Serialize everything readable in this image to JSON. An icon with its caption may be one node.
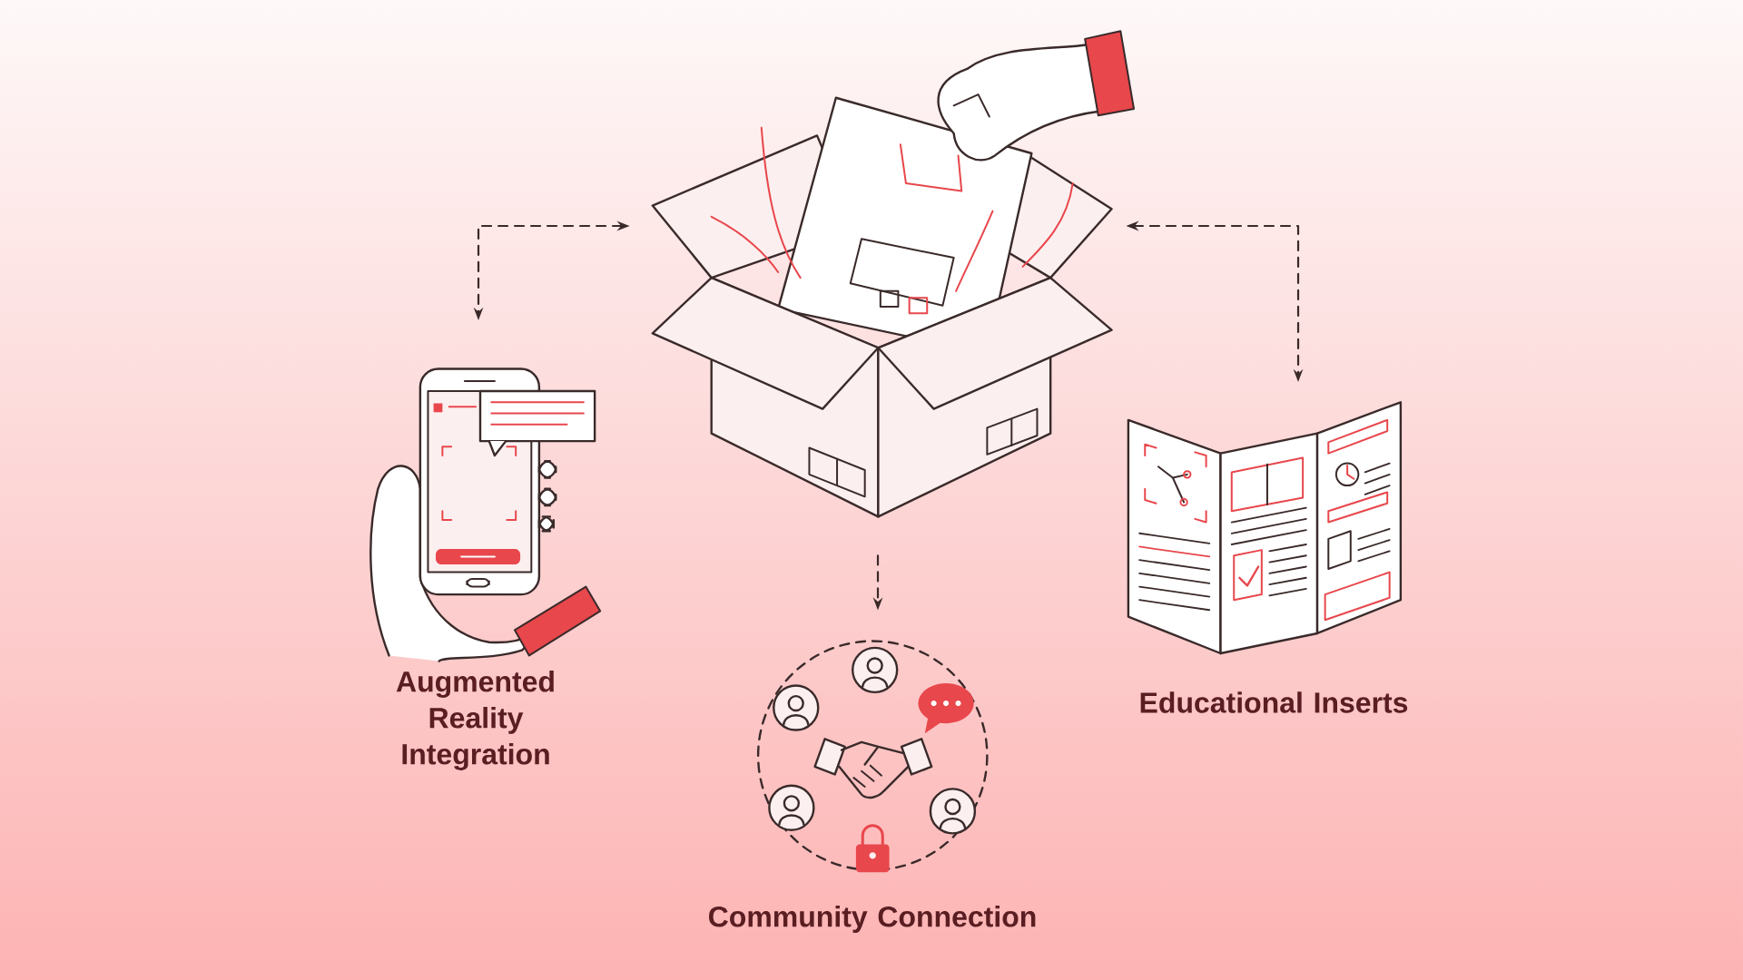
{
  "diagram": {
    "nodes": [
      {
        "text": [],
        "shape": "picture"
      },
      {
        "text": [],
        "shape": "picture",
        "beside": [
          "Augmented Reality Integration"
        ]
      },
      {
        "text": [],
        "shape": "picture",
        "beside": [
          "Educational Inserts"
        ]
      },
      {
        "text": [],
        "shape": "picture",
        "beside": [
          "Community Connection"
        ]
      }
    ],
    "edges": [
      {
        "from": 0,
        "to": 1,
        "arrow": "both",
        "style": "dashed"
      },
      {
        "from": 0,
        "to": 2,
        "arrow": "both",
        "style": "dashed"
      },
      {
        "from": 0,
        "to": 3,
        "arrow": "to",
        "style": "dashed"
      }
    ]
  }
}
